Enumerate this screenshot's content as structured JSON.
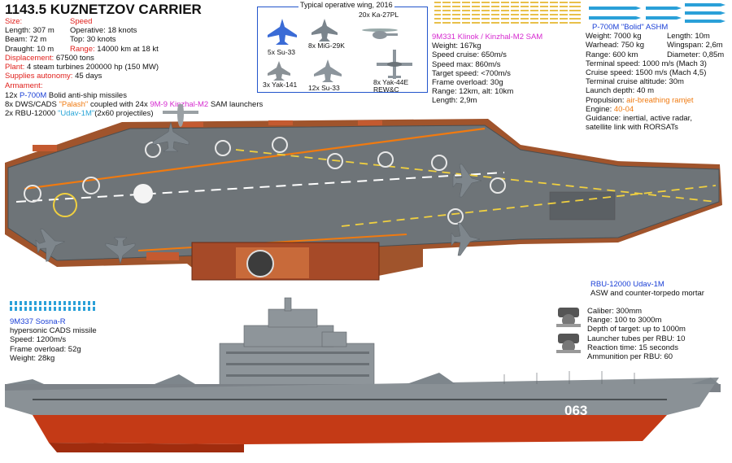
{
  "title": "1143.5 KUZNETZOV CARRIER",
  "specs": {
    "size_label": "Size:",
    "speed_label": "Speed",
    "length": "Length: 307 m",
    "speed_operative": "Operative: 18 knots",
    "beam": "Beam: 72 m",
    "speed_top": "Top: 30 knots",
    "draught": "Draught: 10 m",
    "range_label": "Range:",
    "range_value": "14000 km at 18 kt",
    "displacement_label": "Displacement:",
    "displacement_value": "67500 tons",
    "plant_label": "Plant:",
    "plant_value": "4 steam turbines 200000 hp (150 MW)",
    "supplies_label": "Supplies autonomy:",
    "supplies_value": "45 days"
  },
  "armament": {
    "label": "Armament:",
    "line1_pre": "12x",
    "line1_weapon": "P-700M",
    "line1_post": "Bolid anti-ship missiles",
    "line2_pre": "8x DWS/CADS",
    "line2_weapon": "\"Palash\"",
    "line2_mid": "coupled with 24x",
    "line2_weapon2": "9M-9 Kinzhal-M2",
    "line2_post": "SAM launchers",
    "line3_pre": "2x RBU-12000",
    "line3_weapon": "\"Udav-1M\"",
    "line3_post": "(2x60 projectiles)"
  },
  "air_wing": {
    "title": "Typical operative wing, 2016",
    "su33_top": "5x Su-33",
    "mig29": "8x MiG-29K",
    "ka27": "20x Ka-27PL",
    "yak141": "3x Yak-141",
    "su33_bottom": "12x Su-33",
    "yak44": "8x Yak-44E\nREW&C"
  },
  "sam": {
    "title": "9M331 Klinok / Kinzhal-M2 SAM",
    "weight": "Weight: 167kg",
    "speed_cruise": "Speed cruise: 650m/s",
    "speed_max": "Speed max: 860m/s",
    "target_speed": "Target speed: <700m/s",
    "frame_overload": "Frame overload: 30g",
    "range": "Range: 12km, alt: 10km",
    "length": "Length: 2,9m"
  },
  "p700": {
    "title": "P-700M \"Bolid\" ASHM",
    "weight": "Weight: 7000 kg",
    "length": "Length: 10m",
    "warhead": "Warhead: 750 kg",
    "wingspan": "Wingspan: 2,6m",
    "range": "Range: 600 km",
    "diameter": "Diameter: 0,85m",
    "terminal_speed": "Terminal speed: 1000 m/s (Mach 3)",
    "cruise_speed": "Cruise speed: 1500 m/s (Mach 4,5)",
    "terminal_alt": "Terminal cruise altitude: 30m",
    "launch_depth": "Launch depth: 40 m",
    "propulsion_label": "Propulsion:",
    "propulsion_value": "air-breathing ramjet",
    "engine_label": "Engine:",
    "engine_value": "40-04",
    "guidance1": "Guidance: inertial, active radar,",
    "guidance2": "satellite link with RORSATs"
  },
  "sosna": {
    "title": "9M337 Sosna-R",
    "line1": "hypersonic CADS missile",
    "speed": "Speed: 1200m/s",
    "overload": "Frame overload: 52g",
    "weight": "Weight: 28kg"
  },
  "rbu": {
    "title": "RBU-12000 Udav-1M",
    "subtitle": "ASW and counter-torpedo mortar",
    "caliber": "Caliber: 300mm",
    "range": "Range: 100 to 3000m",
    "depth": "Depth of target: up to 1000m",
    "tubes": "Launcher tubes per RBU: 10",
    "reaction": "Reaction time: 15 seconds",
    "ammo": "Ammunition per RBU: 60"
  },
  "hull_number": "063",
  "colors": {
    "deck": "#6e7478",
    "hull_top": "#7c8288",
    "red_hull": "#c43a16",
    "rust": "#a3542e",
    "text_red": "#e0201c",
    "text_blue": "#1a3fd6",
    "text_magenta": "#d62ad0",
    "text_orange": "#f07a10",
    "frame_blue": "#2255cc"
  }
}
